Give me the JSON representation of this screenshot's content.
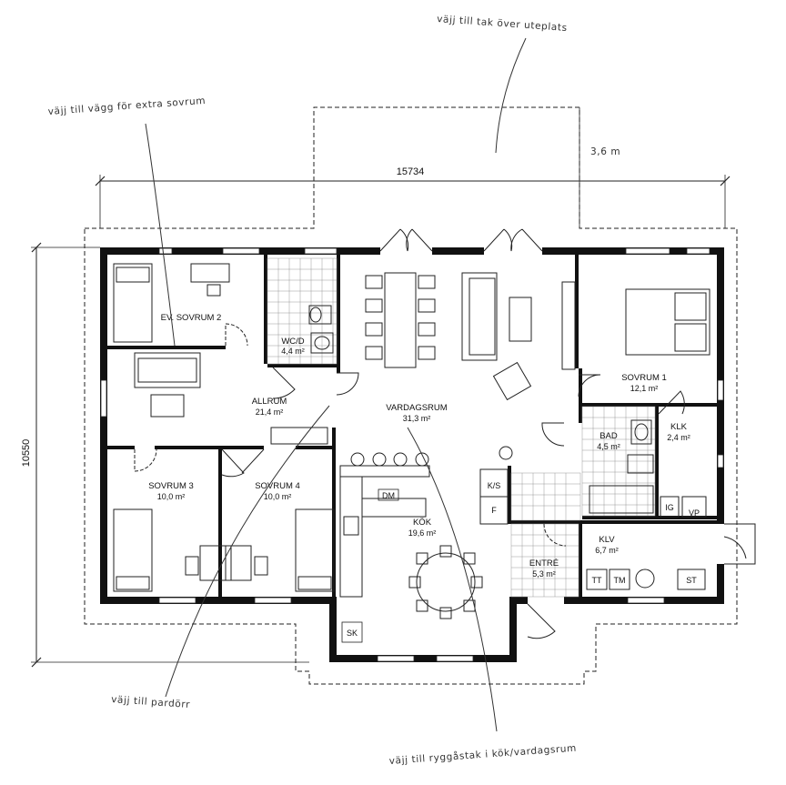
{
  "annotations": {
    "roof_terrace": "väjj till tak över uteplats",
    "extra_bedroom_wall": "väjj till vägg för extra sovrum",
    "patio_door": "väjj till pardörr",
    "ridge_roof": "väjj till ryggåstak i kök/vardagsrum"
  },
  "dimensions": {
    "width": "15734",
    "depth": "10550",
    "roof_depth": "3,6 m"
  },
  "rooms": {
    "ev_sovrum_2": {
      "name": "EV. SOVRUM 2",
      "area": ""
    },
    "wc_d": {
      "name": "WC/D",
      "area": "4,4 m²"
    },
    "allrum": {
      "name": "ALLRUM",
      "area": "21,4 m²"
    },
    "vardagsrum": {
      "name": "VARDAGSRUM",
      "area": "31,3 m²"
    },
    "sovrum_1": {
      "name": "SOVRUM 1",
      "area": "12,1 m²"
    },
    "bad": {
      "name": "BAD",
      "area": "4,5 m²"
    },
    "klk": {
      "name": "KLK",
      "area": "2,4 m²"
    },
    "sovrum_3": {
      "name": "SOVRUM 3",
      "area": "10,0 m²"
    },
    "sovrum_4": {
      "name": "SOVRUM 4",
      "area": "10,0 m²"
    },
    "kok": {
      "name": "KÖK",
      "area": "19,6 m²"
    },
    "klv": {
      "name": "KLV",
      "area": "6,7 m²"
    },
    "entre": {
      "name": "ENTRÉ",
      "area": "5,3 m²"
    }
  },
  "fixtures": {
    "ks": "K/S",
    "f": "F",
    "dm": "DM",
    "sk": "SK",
    "ig": "IG",
    "vp": "VP",
    "tt": "TT",
    "tm": "TM",
    "st": "ST"
  }
}
